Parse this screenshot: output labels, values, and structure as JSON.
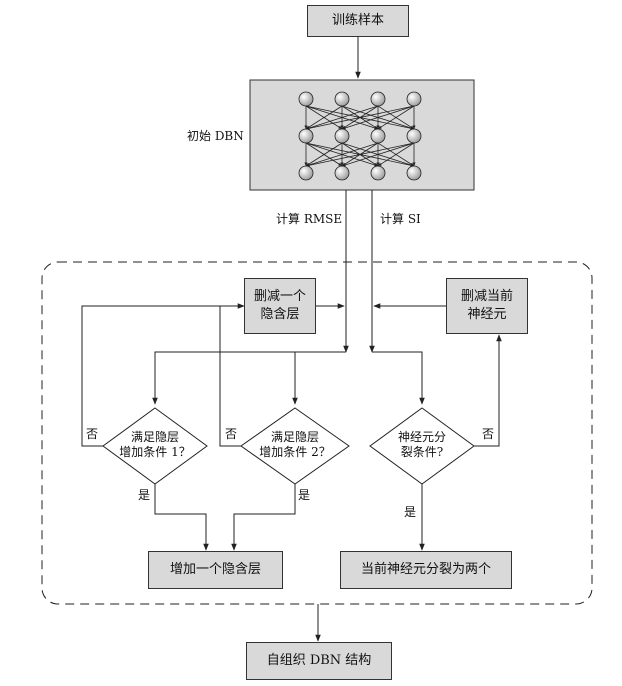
{
  "nodes": {
    "training_samples": "训练样本",
    "initial_dbn_label": "初始 DBN",
    "calc_rmse": "计算 RMSE",
    "calc_si": "计算 SI",
    "prune_layer_line1": "删减一个",
    "prune_layer_line2": "隐含层",
    "prune_neuron_line1": "删减当前",
    "prune_neuron_line2": "神经元",
    "cond1_line1": "满足隐层",
    "cond1_line2": "增加条件 1？",
    "cond2_line1": "满足隐层",
    "cond2_line2": "增加条件 2？",
    "cond3_line1": "神经元分",
    "cond3_line2": "裂条件?",
    "add_layer": "增加一个隐含层",
    "split_neuron": "当前神经元分裂为两个",
    "result": "自组织 DBN 结构"
  },
  "edge_labels": {
    "no": "否",
    "yes": "是"
  },
  "colors": {
    "box_fill": "#d9d9d9",
    "neuron_fill": "#e8e8e8",
    "line": "#222222"
  }
}
